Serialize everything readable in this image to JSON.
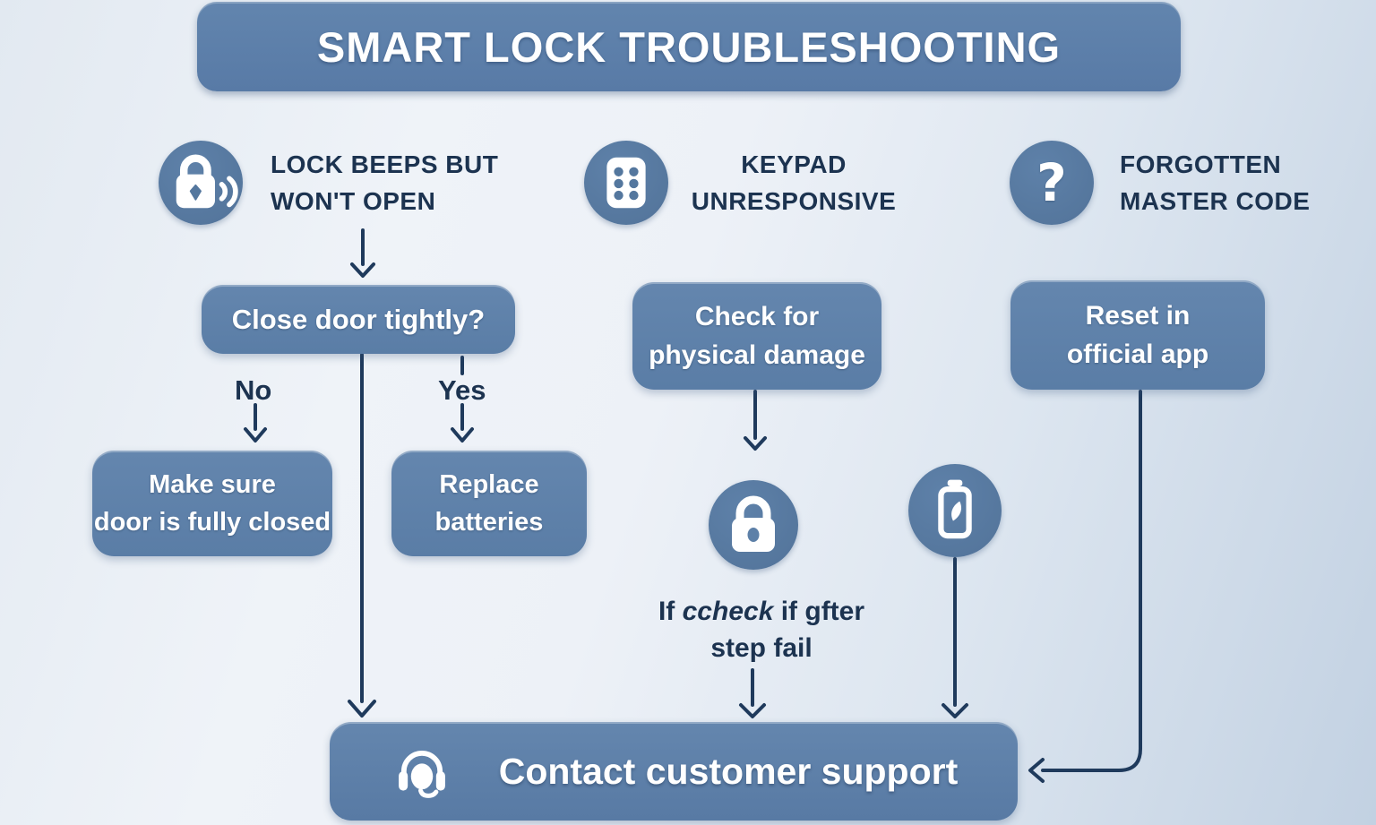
{
  "title": "SMART LOCK TROUBLESHOOTING",
  "colors": {
    "node_box": "#5d7fa8",
    "icon_circle": "#54779e",
    "dark_text": "#1c3350",
    "connector_line": "#1f3a5c",
    "box_text": "#ffffff"
  },
  "headers": [
    {
      "icon": "lock-sound-icon",
      "lines": [
        "LOCK BEEPS BUT",
        "WON'T OPEN"
      ]
    },
    {
      "icon": "keypad-icon",
      "lines": [
        "KEYPAD",
        "UNRESPONSIVE"
      ]
    },
    {
      "icon": "question-icon",
      "lines": [
        "FORGOTTEN",
        "MASTER CODE"
      ]
    }
  ],
  "question_icon_glyph": "?",
  "nodes": {
    "close_door": "Close door tightly?",
    "no": "No",
    "yes": "Yes",
    "make_sure": [
      "Make sure",
      "door is fully closed"
    ],
    "replace": [
      "Replace",
      "batteries"
    ],
    "check_damage": [
      "Check for",
      "physical damage"
    ],
    "if_check": {
      "pre": "If ",
      "italic": "ccheck",
      "post": " if gfter",
      "line2": "step fail"
    },
    "reset": [
      "Reset in",
      "official app"
    ],
    "contact": "Contact customer support"
  }
}
